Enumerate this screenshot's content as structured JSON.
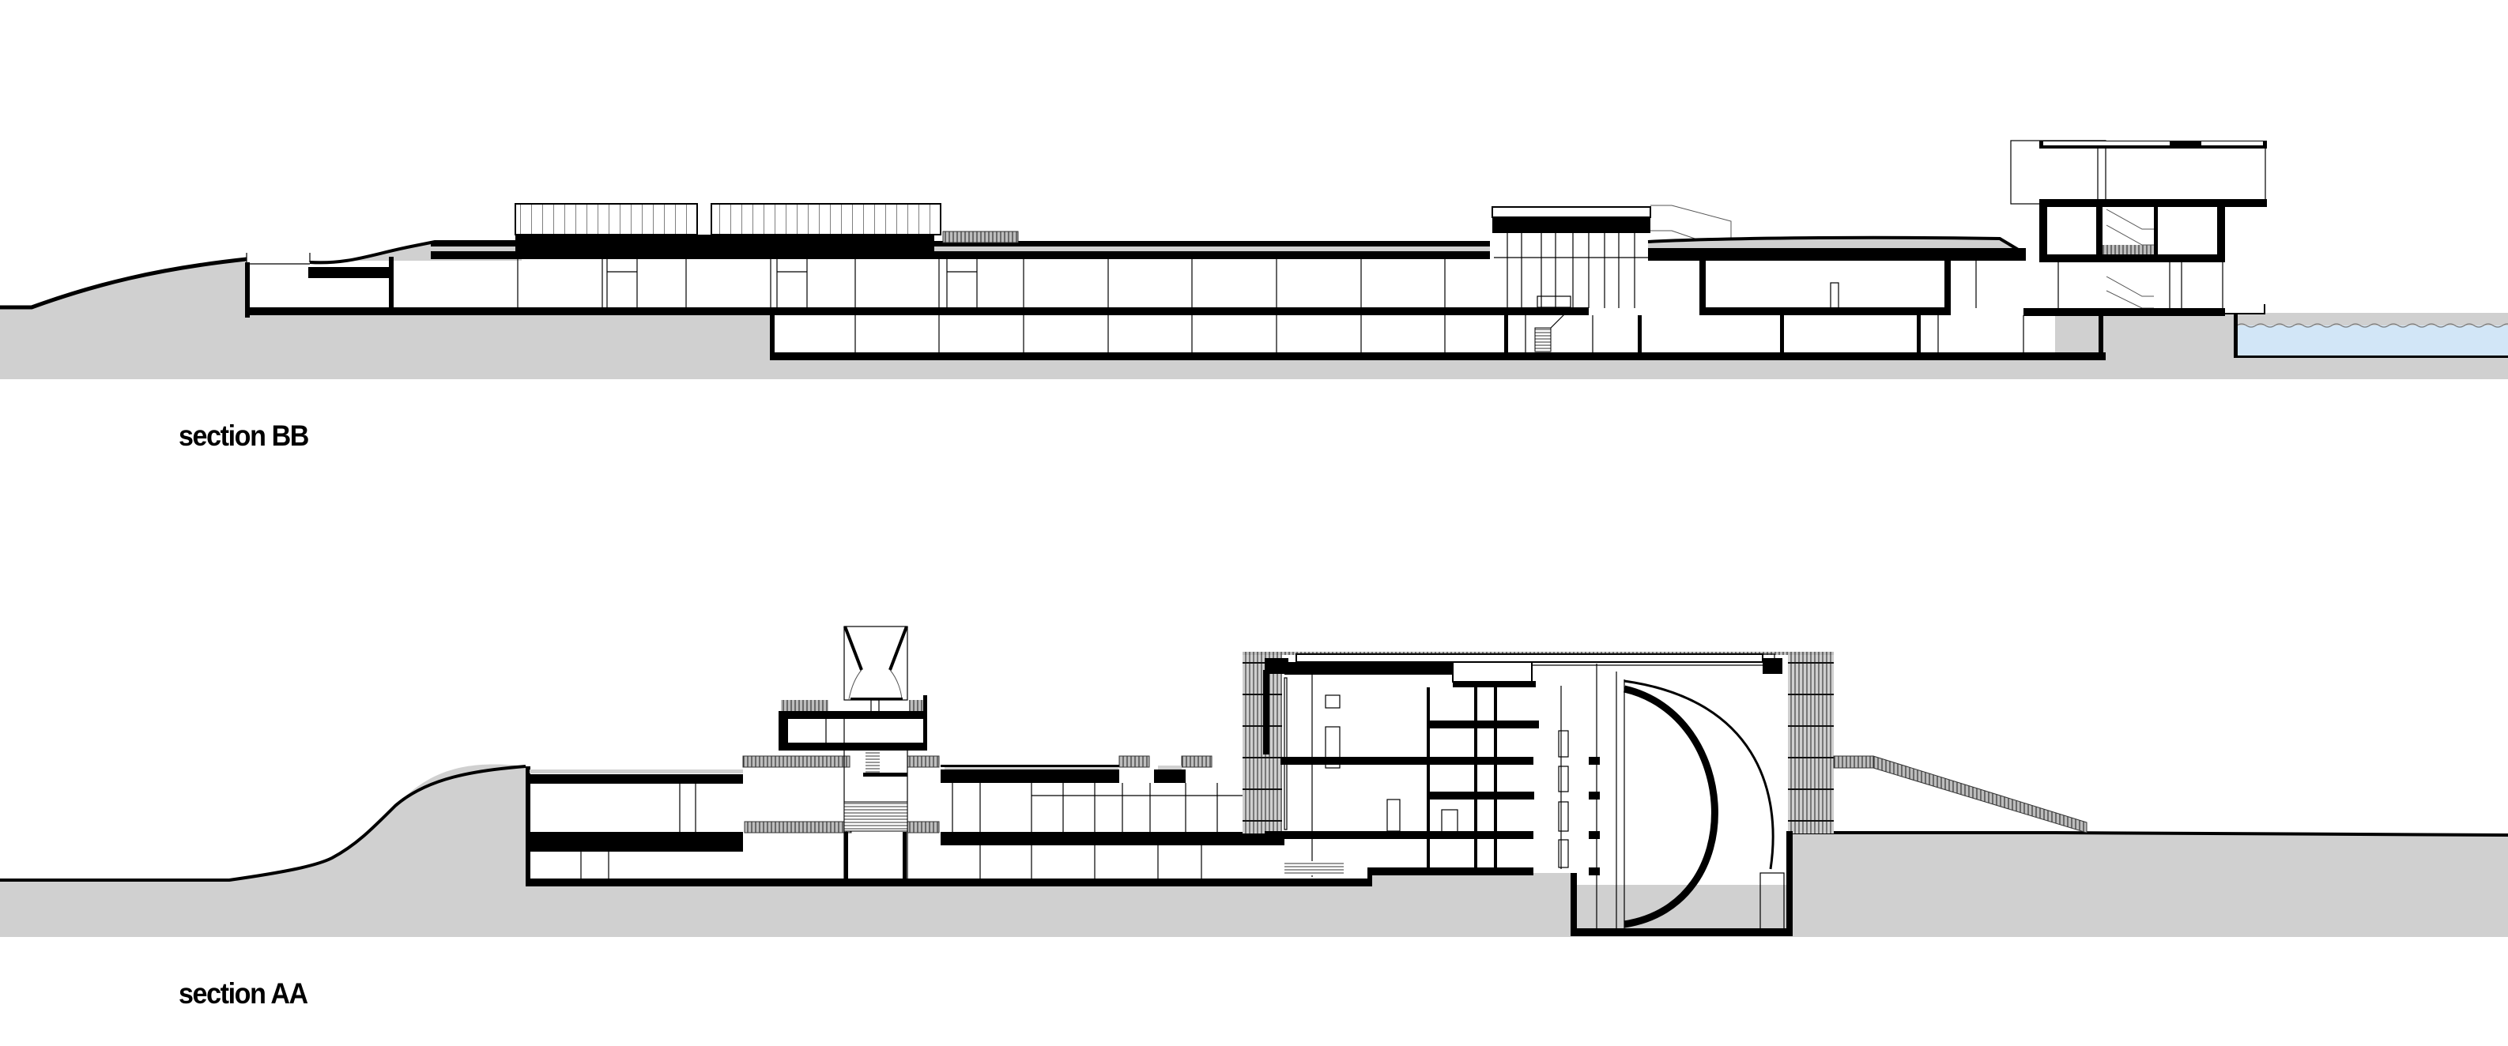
{
  "drawing": {
    "type": "architectural building sections",
    "background": "#ffffff",
    "colors": {
      "ground_fill": "#d0d0d0",
      "cut_elements": "#000000",
      "water_fill": "#d2e6f7",
      "hatch": "#666666"
    }
  },
  "sections": [
    {
      "id": "BB",
      "label": "section BB",
      "features": [
        "terrain slope (left)",
        "long gallery wing with roof lanterns",
        "lower basement level",
        "central atrium",
        "right tower with stairs",
        "water basin (right)"
      ]
    },
    {
      "id": "AA",
      "label": "section AA",
      "features": [
        "terrain hill (left)",
        "two-storey wing",
        "rooftop lantern tower",
        "multi-storey block",
        "domed auditorium / sphere",
        "external ramp stair",
        "terrain (right)"
      ]
    }
  ],
  "labels": {
    "section_bb": "section BB",
    "section_aa": "section AA"
  }
}
